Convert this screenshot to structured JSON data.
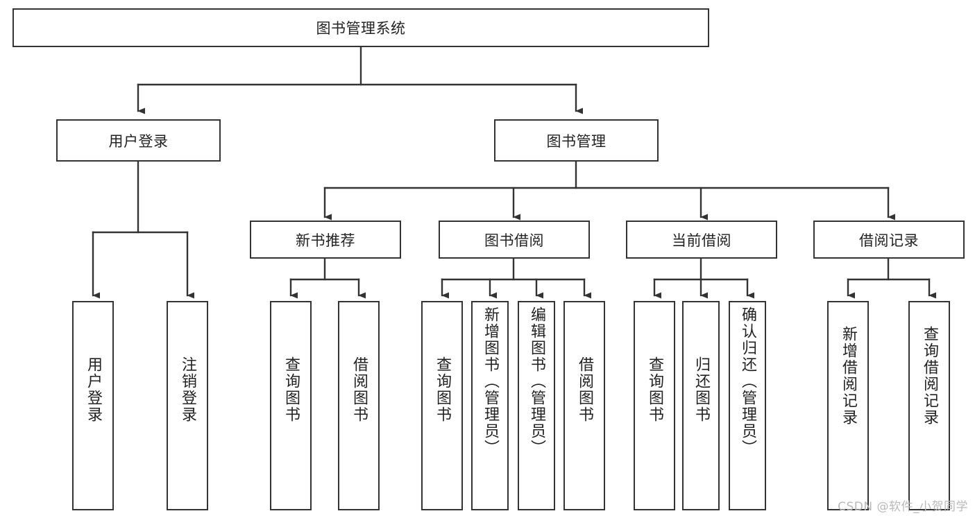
{
  "diagram": {
    "title": "图书管理系统",
    "type": "tree",
    "watermark": "CSDN @软件_小贺同学",
    "colors": {
      "stroke": "#333333",
      "fill": "#ffffff",
      "text": "#222222",
      "watermark": "#b9b9b9"
    },
    "levels": {
      "root": {
        "label": "图书管理系统"
      },
      "level2": [
        {
          "id": "user-login",
          "label": "用户登录"
        },
        {
          "id": "book-manage",
          "label": "图书管理"
        }
      ],
      "level3": [
        {
          "id": "new-book-recommend",
          "label": "新书推荐"
        },
        {
          "id": "book-borrow",
          "label": "图书借阅"
        },
        {
          "id": "current-borrow",
          "label": "当前借阅"
        },
        {
          "id": "borrow-record",
          "label": "借阅记录"
        }
      ],
      "leaves": {
        "user-login": [
          {
            "id": "leaf-user-login",
            "label": "用户登录"
          },
          {
            "id": "leaf-logout-login",
            "label": "注销登录"
          }
        ],
        "new-book-recommend": [
          {
            "id": "leaf-query-book-1",
            "label": "查询图书"
          },
          {
            "id": "leaf-borrow-book-1",
            "label": "借阅图书"
          }
        ],
        "book-borrow": [
          {
            "id": "leaf-query-book-2",
            "label": "查询图书"
          },
          {
            "id": "leaf-add-book",
            "label": "新增图书（管理员）"
          },
          {
            "id": "leaf-edit-book",
            "label": "编辑图书（管理员）"
          },
          {
            "id": "leaf-borrow-book-2",
            "label": "借阅图书"
          }
        ],
        "current-borrow": [
          {
            "id": "leaf-query-book-3",
            "label": "查询图书"
          },
          {
            "id": "leaf-return-book",
            "label": "归还图书"
          },
          {
            "id": "leaf-confirm-return",
            "label": "确认归还（管理员）"
          }
        ],
        "borrow-record": [
          {
            "id": "leaf-add-record",
            "label": "新增借阅记录"
          },
          {
            "id": "leaf-query-record",
            "label": "查询借阅记录"
          }
        ]
      }
    }
  }
}
